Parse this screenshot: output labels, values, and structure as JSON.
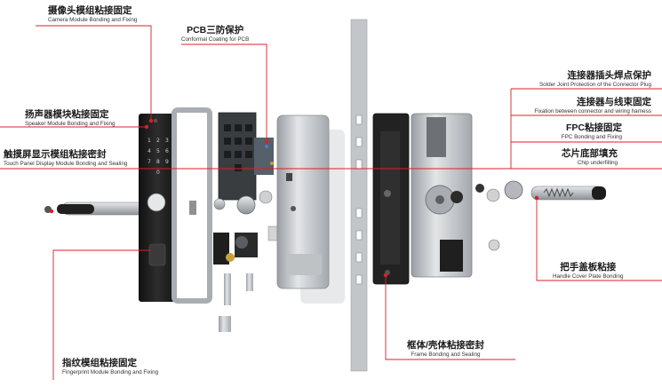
{
  "colors": {
    "leader": "#d8202a",
    "dark": "#1c1c1c",
    "metal": "#b9bcc0",
    "bg": "#ffffff"
  },
  "labels": {
    "camera": {
      "zh": "摄像头模组粘接固定",
      "en": "Camera Module Bonding and Fixing"
    },
    "pcb": {
      "zh": "PCB三防保护",
      "en": "Conformal Coating for PCB"
    },
    "speaker": {
      "zh": "扬声器模块粘接固定",
      "en": "Speaker Module Bonding and Fixing"
    },
    "touch": {
      "zh": "触摸屏显示模组粘接密封",
      "en": "Touch Panel Display Module Bonding and Sealing"
    },
    "fingerprint": {
      "zh": "指纹模组粘接固定",
      "en": "Fingerprint Module Bonding and Fixing"
    },
    "connector": {
      "zh": "连接器插头焊点保护",
      "en": "Solder Joint Protection of the Connector Plug"
    },
    "harness": {
      "zh": "连接器与线束固定",
      "en": "Fixation between connector and wiring harness"
    },
    "fpc": {
      "zh": "FPC粘接固定",
      "en": "FPC Bonding and Fixing"
    },
    "chip": {
      "zh": "芯片底部填充",
      "en": "Chip underfilling"
    },
    "handle": {
      "zh": "把手盖板粘接",
      "en": "Handle Cover Plate Bonding"
    },
    "frame": {
      "zh": "框体/壳体粘接密封",
      "en": "Frame Bonding and Sealing"
    }
  },
  "icons": [
    "keypad-icon",
    "door-handle-icon",
    "pcb-board-icon",
    "lock-body-icon",
    "spring-icon"
  ]
}
